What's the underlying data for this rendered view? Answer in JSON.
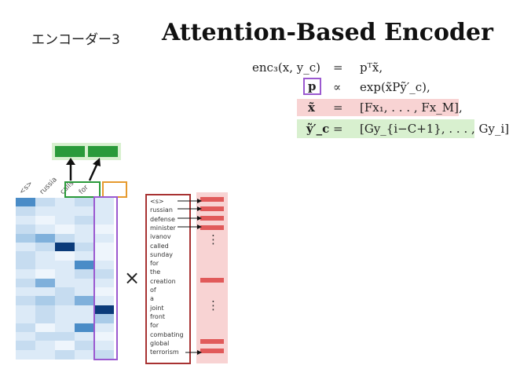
{
  "title": {
    "japanese": "エンコーダー3",
    "english": "Attention-Based Encoder"
  },
  "equations": [
    {
      "lhs": "enc₃(x, y_c)",
      "op": "=",
      "rhs": "pᵀx̃,"
    },
    {
      "lhs": "p",
      "op": "∝",
      "rhs": "exp(x̃Pỹ′_c),"
    },
    {
      "lhs": "x̃",
      "op": "=",
      "rhs": "[Fx₁, . . . , Fx_M],"
    },
    {
      "lhs": "ỹ′_c",
      "op": "=",
      "rhs": "[Gy_{i−C+1}, . . . , Gy_i]"
    }
  ],
  "context_labels": [
    "<s>",
    "russia",
    "calls",
    "for"
  ],
  "input_tokens": [
    "<s>",
    "russian",
    "defense",
    "minister",
    "ivanov",
    "called",
    "sunday",
    "for",
    "the",
    "creation",
    "of",
    "a",
    "joint",
    "front",
    "for",
    "combating",
    "global",
    "terrorism"
  ],
  "multiply_symbol": "×",
  "ellipsis": "⋮",
  "colors": {
    "purple": "#9b59d0",
    "green": "#2a9a3a",
    "orange": "#e69a2e",
    "red_box": "#a83232",
    "red_bar": "#e15a5a",
    "pink_bg": "#f8d3d3",
    "green_bg": "#d8f0cf"
  }
}
